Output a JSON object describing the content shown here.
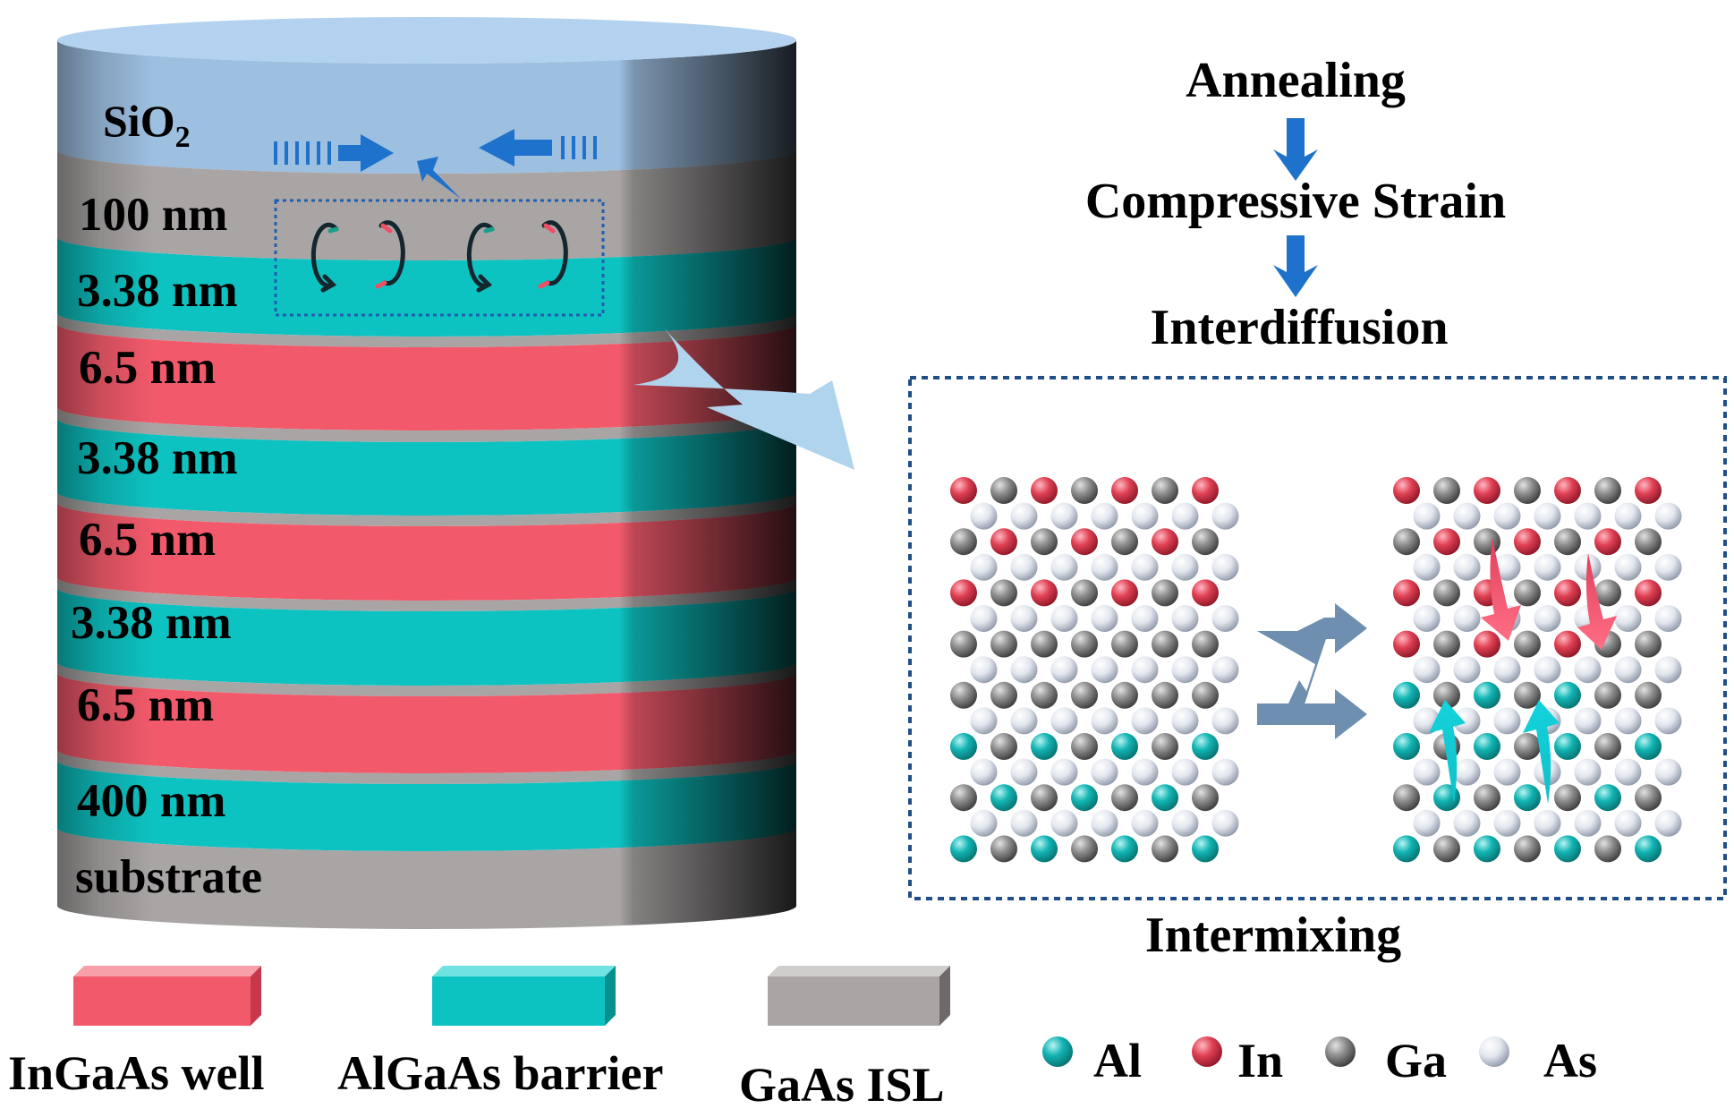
{
  "stack": {
    "layers": [
      {
        "label": "SiO",
        "subscript": "2",
        "material": "SiO2"
      },
      {
        "label": "100 nm",
        "material": "GaAs"
      },
      {
        "label": "3.38 nm",
        "material": "AlGaAs"
      },
      {
        "label": "6.5 nm",
        "material": "InGaAs"
      },
      {
        "label": "3.38 nm",
        "material": "AlGaAs"
      },
      {
        "label": "6.5 nm",
        "material": "InGaAs"
      },
      {
        "label": "3.38 nm",
        "material": "AlGaAs"
      },
      {
        "label": "6.5 nm",
        "material": "InGaAs"
      },
      {
        "label": "400 nm",
        "material": "AlGaAs"
      },
      {
        "label": "substrate",
        "material": "GaAs"
      }
    ]
  },
  "process": {
    "steps": [
      "Annealing",
      "Compressive Strain",
      "Interdiffusion"
    ],
    "caption": "Intermixing"
  },
  "legend": {
    "materials": [
      {
        "label": "InGaAs well",
        "color": "#f25a6b"
      },
      {
        "label": "AlGaAs barrier",
        "color": "#0dc3c2"
      },
      {
        "label": "GaAs ISL",
        "color": "#a9a5a5"
      }
    ],
    "atoms": [
      {
        "label": "Al",
        "color": "#12b4b3"
      },
      {
        "label": "In",
        "color": "#e04154"
      },
      {
        "label": "Ga",
        "color": "#777777"
      },
      {
        "label": "As",
        "color": "#d9dde6"
      }
    ]
  },
  "colors": {
    "sio2": "#9dbfe0",
    "gaas": "#a9a5a5",
    "algaas": "#0dc3c2",
    "ingaas": "#f25a6b",
    "arrow_blue": "#1e72cc",
    "box_border": "#1f4e89"
  }
}
